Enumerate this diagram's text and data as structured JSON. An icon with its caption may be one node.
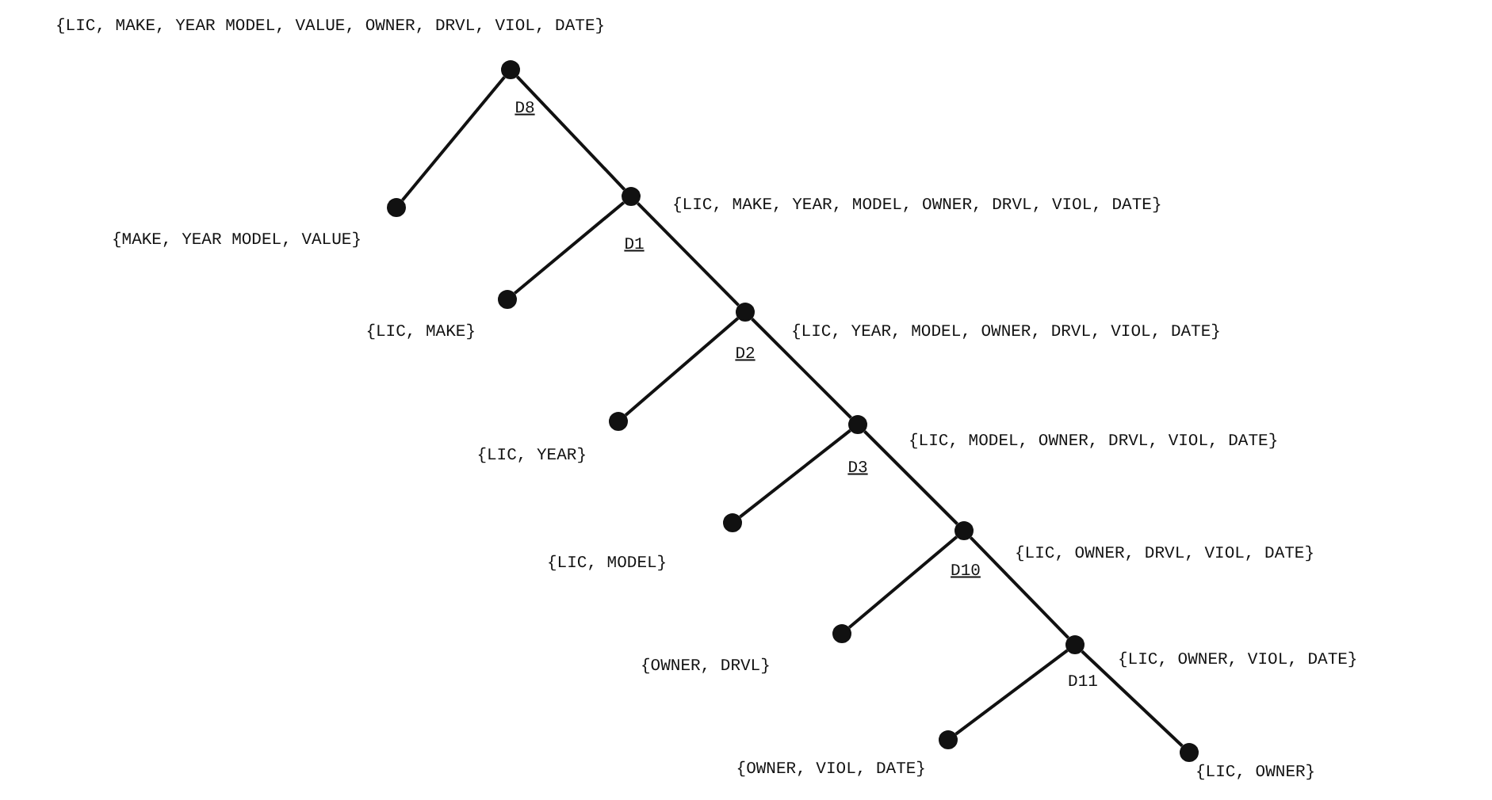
{
  "diagram": {
    "nodes": [
      {
        "text": [],
        "shape": "circle",
        "beside": [
          "{LIC, MAKE, YEAR MODEL, VALUE, OWNER, DRVL, VIOL, DATE}",
          "D8"
        ]
      },
      {
        "text": [],
        "shape": "circle",
        "beside": [
          "{MAKE, YEAR MODEL, VALUE}"
        ]
      },
      {
        "text": [],
        "shape": "circle",
        "beside": [
          "{LIC, MAKE, YEAR, MODEL, OWNER, DRVL, VIOL, DATE}",
          "D1"
        ]
      },
      {
        "text": [],
        "shape": "circle",
        "beside": [
          "{LIC, MAKE}"
        ]
      },
      {
        "text": [],
        "shape": "circle",
        "beside": [
          "{LIC, YEAR, MODEL, OWNER, DRVL, VIOL, DATE}",
          "D2"
        ]
      },
      {
        "text": [],
        "shape": "circle",
        "beside": [
          "{LIC, YEAR}"
        ]
      },
      {
        "text": [],
        "shape": "circle",
        "beside": [
          "{LIC, MODEL, OWNER, DRVL, VIOL, DATE}",
          "D3"
        ]
      },
      {
        "text": [],
        "shape": "circle",
        "beside": [
          "{LIC, MODEL}"
        ]
      },
      {
        "text": [],
        "shape": "circle",
        "beside": [
          "{LIC, OWNER, DRVL, VIOL, DATE}",
          "D10"
        ]
      },
      {
        "text": [],
        "shape": "circle",
        "beside": [
          "{OWNER, DRVL}"
        ]
      },
      {
        "text": [],
        "shape": "circle",
        "beside": [
          "{LIC, OWNER, VIOL, DATE}",
          "D11"
        ]
      },
      {
        "text": [],
        "shape": "circle",
        "beside": [
          "{OWNER, VIOL, DATE}"
        ]
      },
      {
        "text": [],
        "shape": "circle",
        "beside": [
          "{LIC, OWNER}"
        ]
      }
    ],
    "edges": [
      {
        "from": 0,
        "to": 1,
        "arrow": "none"
      },
      {
        "from": 0,
        "to": 2,
        "arrow": "none"
      },
      {
        "from": 2,
        "to": 3,
        "arrow": "none"
      },
      {
        "from": 2,
        "to": 4,
        "arrow": "none"
      },
      {
        "from": 4,
        "to": 5,
        "arrow": "none"
      },
      {
        "from": 4,
        "to": 6,
        "arrow": "none"
      },
      {
        "from": 6,
        "to": 7,
        "arrow": "none"
      },
      {
        "from": 6,
        "to": 8,
        "arrow": "none"
      },
      {
        "from": 8,
        "to": 9,
        "arrow": "none"
      },
      {
        "from": 8,
        "to": 10,
        "arrow": "none"
      },
      {
        "from": 10,
        "to": 11,
        "arrow": "none"
      },
      {
        "from": 10,
        "to": 12,
        "arrow": "none"
      }
    ]
  }
}
